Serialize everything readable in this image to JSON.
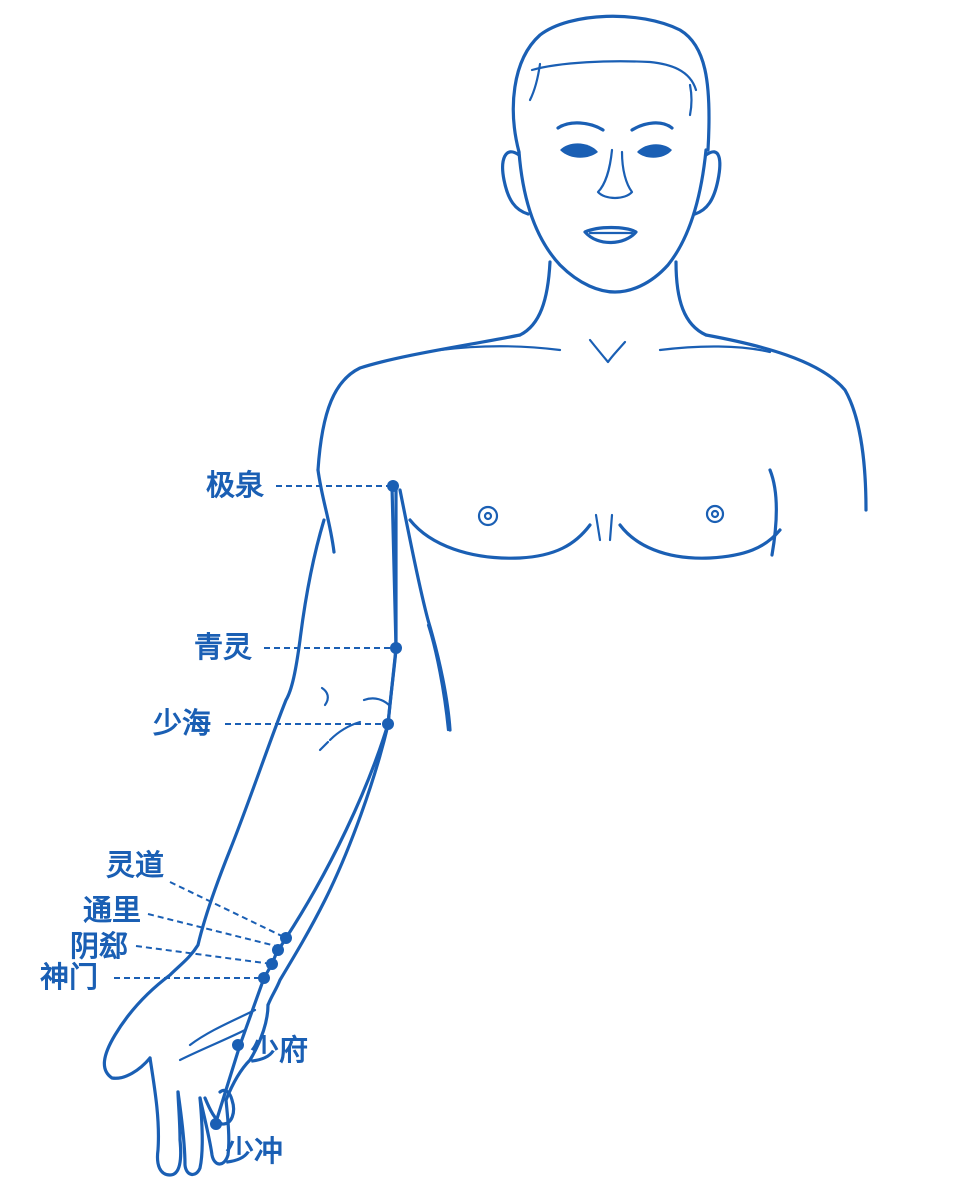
{
  "colors": {
    "line": "#1a5fb4",
    "background": "#ffffff"
  },
  "acupoints": [
    {
      "id": "jiquan",
      "name": "极泉"
    },
    {
      "id": "qingling",
      "name": "青灵"
    },
    {
      "id": "shaohai",
      "name": "少海"
    },
    {
      "id": "lingdao",
      "name": "灵道"
    },
    {
      "id": "tongli",
      "name": "通里"
    },
    {
      "id": "yinxi",
      "name": "阴郄"
    },
    {
      "id": "shenmen",
      "name": "神门"
    },
    {
      "id": "shaofu",
      "name": "少府"
    },
    {
      "id": "shaochong",
      "name": "少冲"
    }
  ]
}
